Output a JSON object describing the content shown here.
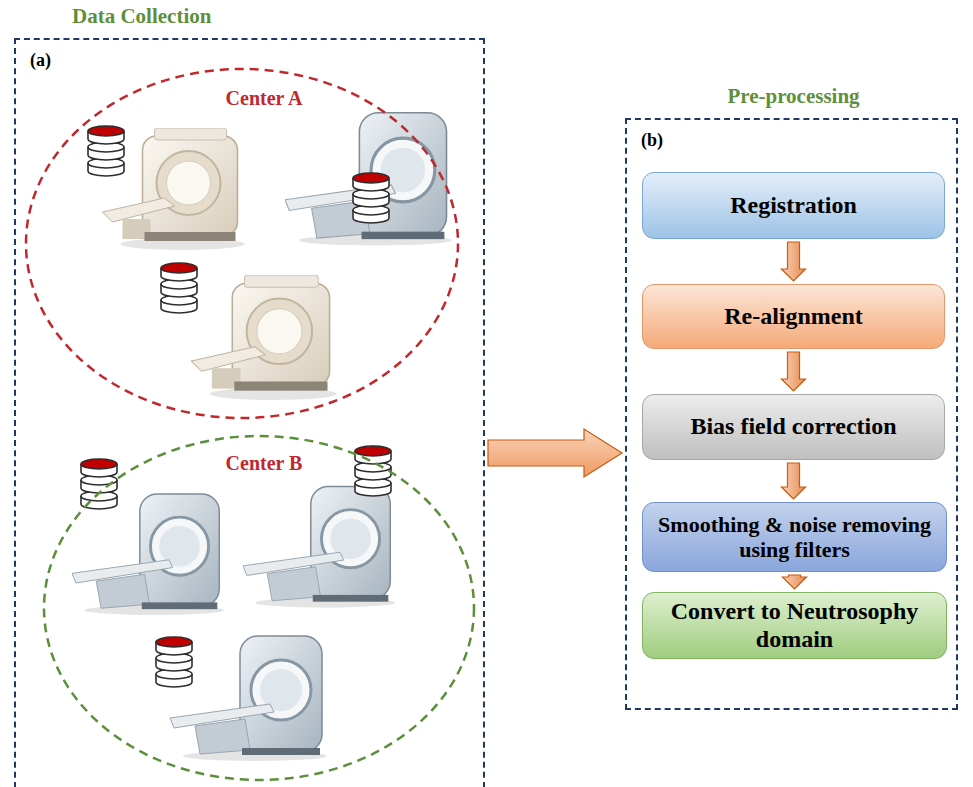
{
  "diagram": {
    "nodes": [
      {
        "text": [
          "Data Collection",
          "(a)"
        ]
      },
      {
        "text": [
          "Center A"
        ],
        "in": 0
      },
      {
        "text": [
          "Center B"
        ],
        "in": 0
      },
      {
        "text": [
          "Pre-processing",
          "(b)"
        ]
      },
      {
        "text": [
          "Registration"
        ],
        "in": 3
      },
      {
        "text": [
          "Re-alignment"
        ],
        "in": 3
      },
      {
        "text": [
          "Bias field correction"
        ],
        "in": 3
      },
      {
        "text": [
          "Smoothing & noise removing using filters"
        ],
        "in": 3
      },
      {
        "text": [
          "Convert to Neutrosophy domain"
        ],
        "in": 3
      }
    ],
    "edges": [
      {
        "from": 0,
        "to": 3,
        "arrow": "to"
      },
      {
        "from": 4,
        "to": 5,
        "arrow": "to"
      },
      {
        "from": 5,
        "to": 6,
        "arrow": "to"
      },
      {
        "from": 6,
        "to": 7,
        "arrow": "to"
      },
      {
        "from": 7,
        "to": 8,
        "arrow": "to"
      }
    ]
  }
}
